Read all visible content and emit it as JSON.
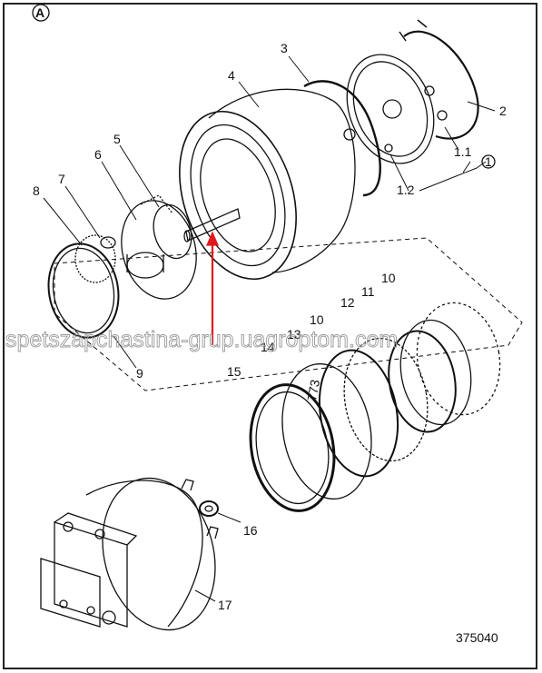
{
  "diagram": {
    "section_tag": "A",
    "drawing_number": "375040",
    "watermark": "spetszapchastina-grup.uagroptom.com",
    "small_print": "773",
    "callouts": [
      "1",
      "1.1",
      "1.2",
      "2",
      "3",
      "4",
      "5",
      "6",
      "7",
      "8",
      "9",
      "10",
      "11",
      "12",
      "13",
      "14",
      "15",
      "16",
      "17"
    ],
    "colors": {
      "line": "#111111",
      "pointer_arrow": "#e0191e",
      "watermark": "#9a9a9a"
    }
  }
}
